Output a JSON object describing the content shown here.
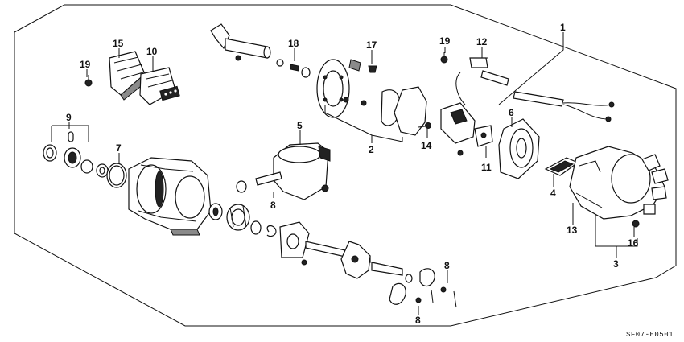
{
  "drawing_code": "SF07-E0501",
  "callouts": [
    "1",
    "2",
    "3",
    "4",
    "5",
    "6",
    "7",
    "8",
    "8",
    "8",
    "9",
    "10",
    "11",
    "12",
    "13",
    "14",
    "15",
    "16",
    "17",
    "18",
    "19",
    "19"
  ]
}
